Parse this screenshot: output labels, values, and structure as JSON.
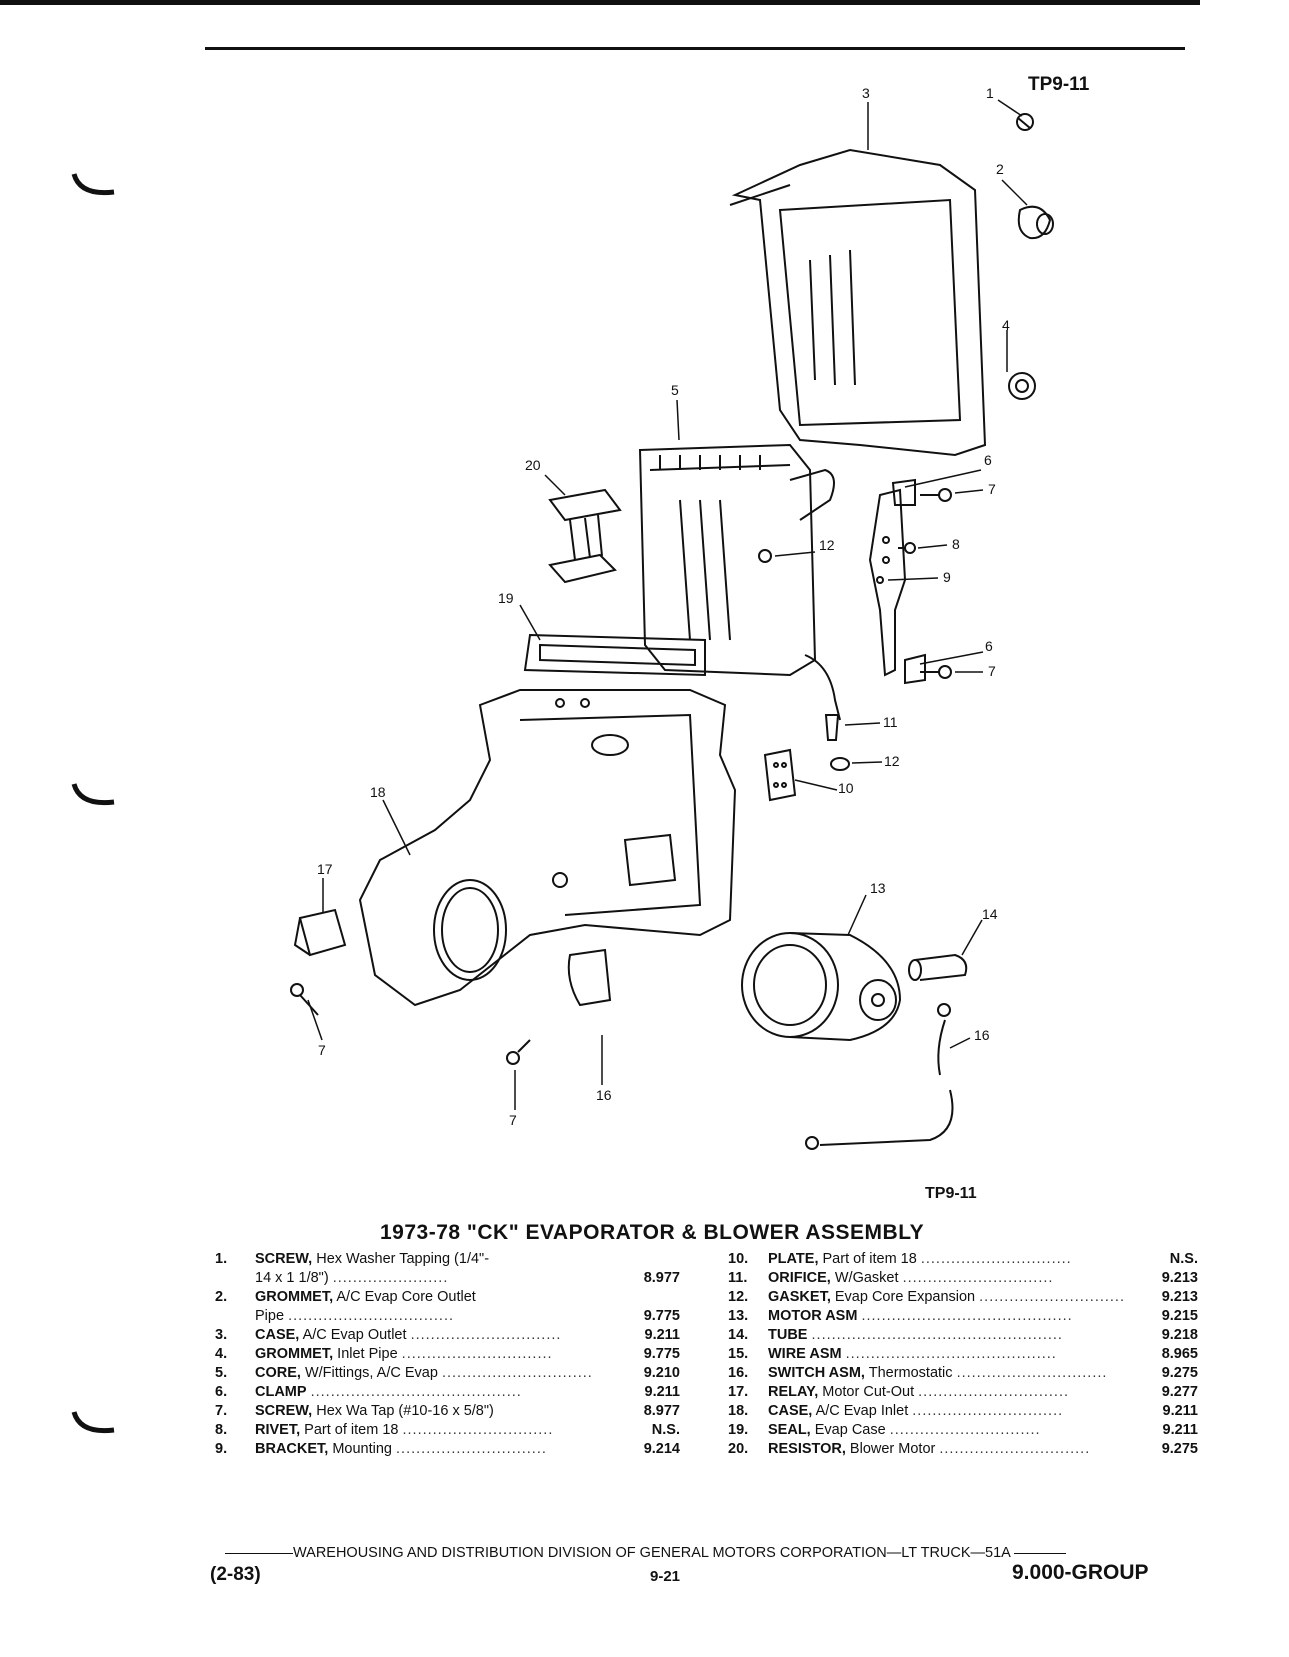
{
  "figure": {
    "id_top": "TP9-11",
    "id_bottom": "TP9-11",
    "callouts": [
      "1",
      "2",
      "3",
      "4",
      "5",
      "6",
      "7",
      "8",
      "9",
      "10",
      "11",
      "12",
      "13",
      "14",
      "16",
      "17",
      "18",
      "19",
      "20"
    ]
  },
  "title": "1973-78 \"CK\" EVAPORATOR & BLOWER ASSEMBLY",
  "parts_left": [
    {
      "num": "1.",
      "name": "SCREW,",
      "desc": "Hex Washer Tapping (1/4\"-",
      "desc2": "14 x 1 1/8\")",
      "code": "8.977"
    },
    {
      "num": "2.",
      "name": "GROMMET,",
      "desc": "A/C Evap Core Outlet",
      "desc2": "Pipe",
      "code": "9.775"
    },
    {
      "num": "3.",
      "name": "CASE,",
      "desc": "A/C Evap Outlet",
      "code": "9.211"
    },
    {
      "num": "4.",
      "name": "GROMMET,",
      "desc": "Inlet Pipe",
      "code": "9.775"
    },
    {
      "num": "5.",
      "name": "CORE,",
      "desc": "W/Fittings, A/C Evap",
      "code": "9.210"
    },
    {
      "num": "6.",
      "name": "CLAMP",
      "desc": "",
      "code": "9.211"
    },
    {
      "num": "7.",
      "name": "SCREW,",
      "desc": "Hex Wa Tap (#10-16 x 5/8\")",
      "code": "8.977"
    },
    {
      "num": "8.",
      "name": "RIVET,",
      "desc": "Part of item 18",
      "code": "N.S."
    },
    {
      "num": "9.",
      "name": "BRACKET,",
      "desc": "Mounting",
      "code": "9.214"
    }
  ],
  "parts_right": [
    {
      "num": "10.",
      "name": "PLATE,",
      "desc": "Part of item 18",
      "code": "N.S."
    },
    {
      "num": "11.",
      "name": "ORIFICE,",
      "desc": "W/Gasket",
      "code": "9.213"
    },
    {
      "num": "12.",
      "name": "GASKET,",
      "desc": "Evap Core Expansion",
      "code": "9.213"
    },
    {
      "num": "13.",
      "name": "MOTOR ASM",
      "desc": "",
      "code": "9.215"
    },
    {
      "num": "14.",
      "name": "TUBE",
      "desc": "",
      "code": "9.218"
    },
    {
      "num": "15.",
      "name": "WIRE ASM",
      "desc": "",
      "code": "8.965"
    },
    {
      "num": "16.",
      "name": "SWITCH ASM,",
      "desc": "Thermostatic",
      "code": "9.275"
    },
    {
      "num": "17.",
      "name": "RELAY,",
      "desc": "Motor Cut-Out",
      "code": "9.277"
    },
    {
      "num": "18.",
      "name": "CASE,",
      "desc": "A/C Evap Inlet",
      "code": "9.211"
    },
    {
      "num": "19.",
      "name": "SEAL,",
      "desc": "Evap Case",
      "code": "9.211"
    },
    {
      "num": "20.",
      "name": "RESISTOR,",
      "desc": "Blower Motor",
      "code": "9.275"
    }
  ],
  "footer": {
    "line": "WAREHOUSING AND DISTRIBUTION  DIVISION OF GENERAL MOTORS CORPORATION—LT TRUCK—51A",
    "revision": "(2-83)",
    "page": "9-21",
    "group": "9.000-GROUP"
  }
}
